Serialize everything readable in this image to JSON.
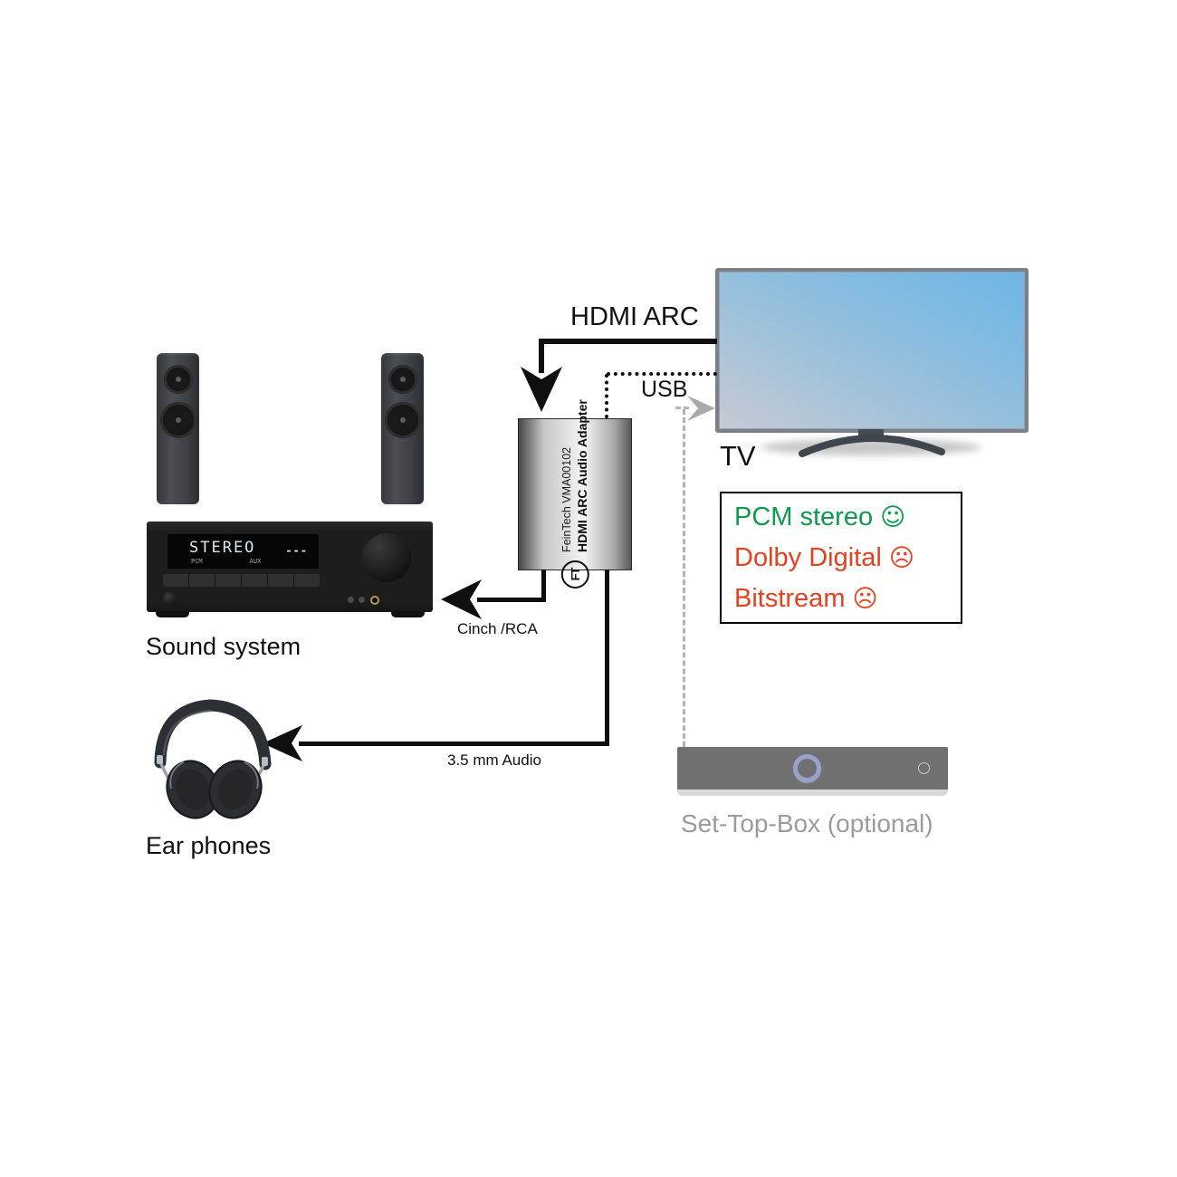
{
  "tv": {
    "label": "TV"
  },
  "connections": {
    "hdmi_arc": {
      "label": "HDMI ARC"
    },
    "usb": {
      "label": "USB"
    },
    "cinch_rca": {
      "label": "Cinch /RCA"
    },
    "audio_35mm": {
      "label": "3.5 mm Audio"
    }
  },
  "adapter": {
    "logo_text": "FT",
    "brand_line": "FeinTech VMA00102",
    "product_line": "HDMI ARC Audio Adapter"
  },
  "audio_formats": {
    "items": [
      {
        "label": "PCM stereo",
        "emoji": "☺",
        "status": "supported",
        "color": "#0D9B4D"
      },
      {
        "label": "Dolby Digital",
        "emoji": "☹",
        "status": "unsupported",
        "color": "#E8401E"
      },
      {
        "label": "Bitstream",
        "emoji": "☹",
        "status": "unsupported",
        "color": "#E8401E"
      }
    ]
  },
  "sound_system": {
    "label": "Sound system",
    "display": {
      "main": "STEREO",
      "sub_left": "PCM",
      "sub_right": "AUX",
      "dots": "---"
    }
  },
  "ear_phones": {
    "label": "Ear phones"
  },
  "set_top_box": {
    "label": "Set-Top-Box (optional)"
  },
  "colors": {
    "line": "#0f0f0f",
    "dashed_gray": "#b4b4b4",
    "green": "#0D9B4D",
    "red": "#E8401E",
    "muted_label": "#9b9b9b"
  }
}
